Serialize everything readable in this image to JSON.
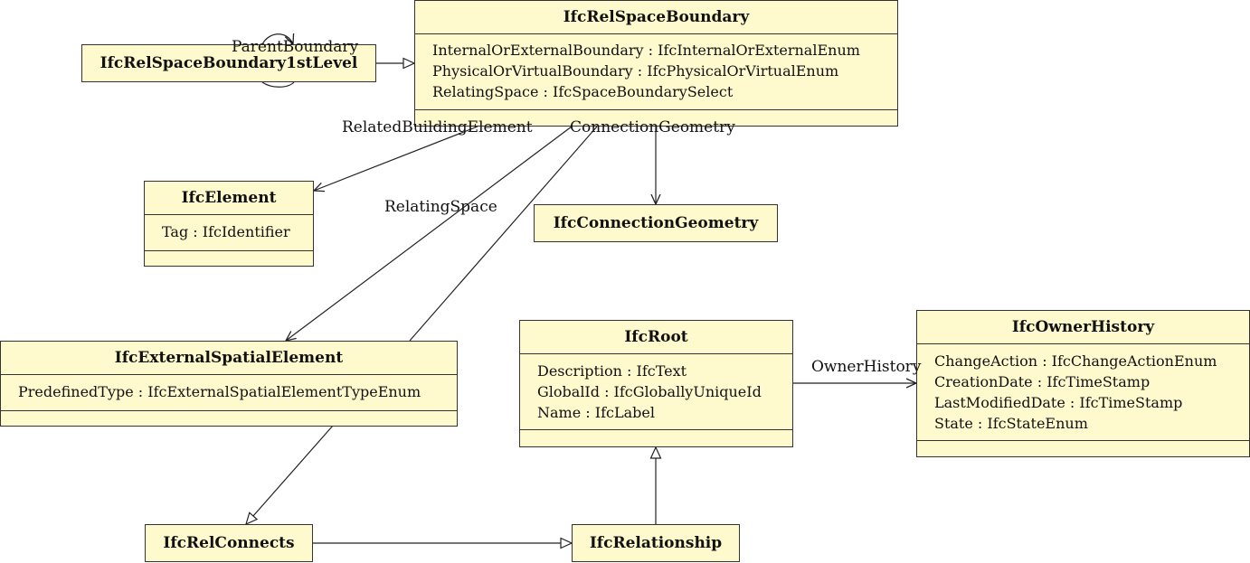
{
  "classes": {
    "relspaceboundary": {
      "name": "IfcRelSpaceBoundary",
      "attributes": [
        "InternalOrExternalBoundary : IfcInternalOrExternalEnum",
        "PhysicalOrVirtualBoundary : IfcPhysicalOrVirtualEnum",
        "RelatingSpace : IfcSpaceBoundarySelect"
      ]
    },
    "relspaceboundary1st": {
      "name": "IfcRelSpaceBoundary1stLevel"
    },
    "element": {
      "name": "IfcElement",
      "attributes": [
        "Tag : IfcIdentifier"
      ]
    },
    "connectiongeometry": {
      "name": "IfcConnectionGeometry"
    },
    "externalspatialelement": {
      "name": "IfcExternalSpatialElement",
      "attributes": [
        "PredefinedType : IfcExternalSpatialElementTypeEnum"
      ]
    },
    "root": {
      "name": "IfcRoot",
      "attributes": [
        "Description : IfcText",
        "GlobalId : IfcGloballyUniqueId",
        "Name : IfcLabel"
      ]
    },
    "ownerhistory": {
      "name": "IfcOwnerHistory",
      "attributes": [
        "ChangeAction : IfcChangeActionEnum",
        "CreationDate : IfcTimeStamp",
        "LastModifiedDate : IfcTimeStamp",
        "State : IfcStateEnum"
      ]
    },
    "relconnects": {
      "name": "IfcRelConnects"
    },
    "relationship": {
      "name": "IfcRelationship"
    }
  },
  "associations": {
    "parent_boundary": "ParentBoundary",
    "related_building_element": "RelatedBuildingElement",
    "connection_geometry": "ConnectionGeometry",
    "relating_space": "RelatingSpace",
    "owner_history": "OwnerHistory"
  }
}
